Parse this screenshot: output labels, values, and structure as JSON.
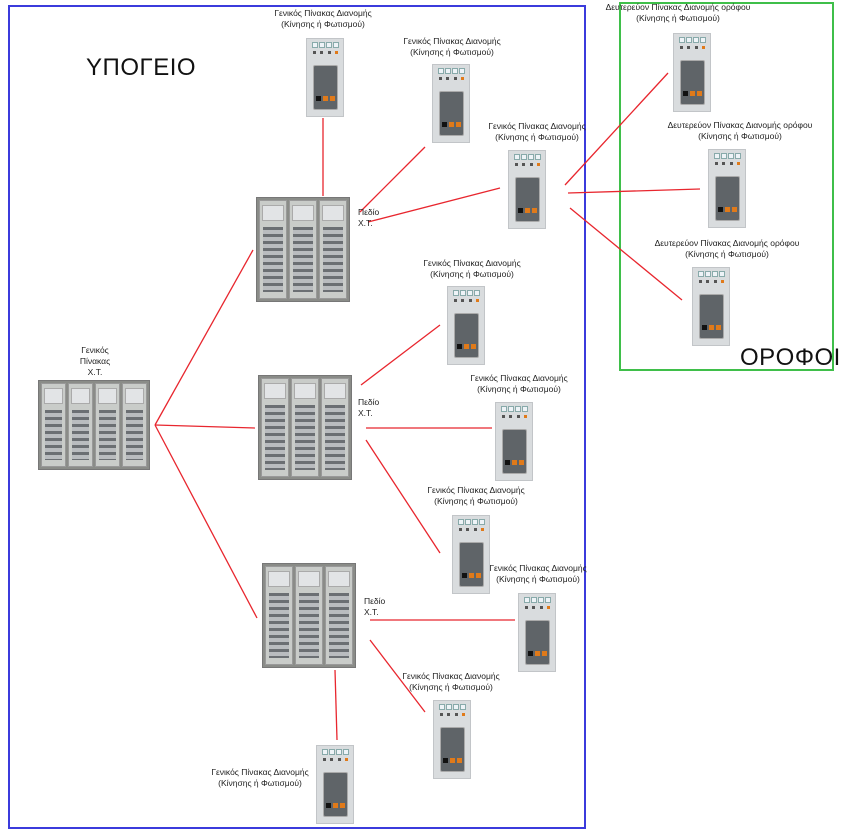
{
  "zones": {
    "basement": "ΥΠΟΓΕΙΟ",
    "floors": "ΟΡΟΦΟΙ"
  },
  "main_panel": {
    "label": [
      "Γενικός",
      "Πίνακας",
      "Χ.Τ."
    ]
  },
  "field_panels": [
    {
      "label": [
        "Πεδίο",
        "Χ.Τ."
      ]
    },
    {
      "label": [
        "Πεδίο",
        "Χ.Τ."
      ]
    },
    {
      "label": [
        "Πεδίο",
        "Χ.Τ."
      ]
    }
  ],
  "distribution_panels": [
    {
      "label": [
        "Γενικός Πίνακας Διανομής",
        "(Κίνησης ή Φωτισμού)"
      ]
    },
    {
      "label": [
        "Γενικός Πίνακας Διανομής",
        "(Κίνησης ή Φωτισμού)"
      ]
    },
    {
      "label": [
        "Γενικός Πίνακας Διανομής",
        "(Κίνησης ή Φωτισμού)"
      ]
    },
    {
      "label": [
        "Γενικός Πίνακας Διανομής",
        "(Κίνησης ή Φωτισμού)"
      ]
    },
    {
      "label": [
        "Γενικός Πίνακας Διανομής",
        "(Κίνησης ή Φωτισμού)"
      ]
    },
    {
      "label": [
        "Γενικός Πίνακας Διανομής",
        "(Κίνησης ή Φωτισμού)"
      ]
    },
    {
      "label": [
        "Γενικός Πίνακας Διανομής",
        "(Κίνησης ή Φωτισμού)"
      ]
    },
    {
      "label": [
        "Γενικός Πίνακας Διανομής",
        "(Κίνησης ή Φωτισμού)"
      ]
    },
    {
      "label": [
        "Γενικός Πίνακας Διανομής",
        "(Κίνησης ή Φωτισμού)"
      ]
    }
  ],
  "floor_panels": [
    {
      "label": [
        "Δευτερεύον  Πίνακας Διανομής  ορόφου",
        "(Κίνησης ή Φωτισμού)"
      ]
    },
    {
      "label": [
        "Δευτερεύον  Πίνακας Διανομής  ορόφου",
        "(Κίνησης ή Φωτισμού)"
      ]
    },
    {
      "label": [
        "Δευτερεύον  Πίνακας Διανομής  ορόφου",
        "(Κίνησης ή Φωτισμού)"
      ]
    }
  ],
  "colors": {
    "link": "#e8262e",
    "basement_border": "#3b3bdc",
    "floors_border": "#3fbf4a"
  }
}
